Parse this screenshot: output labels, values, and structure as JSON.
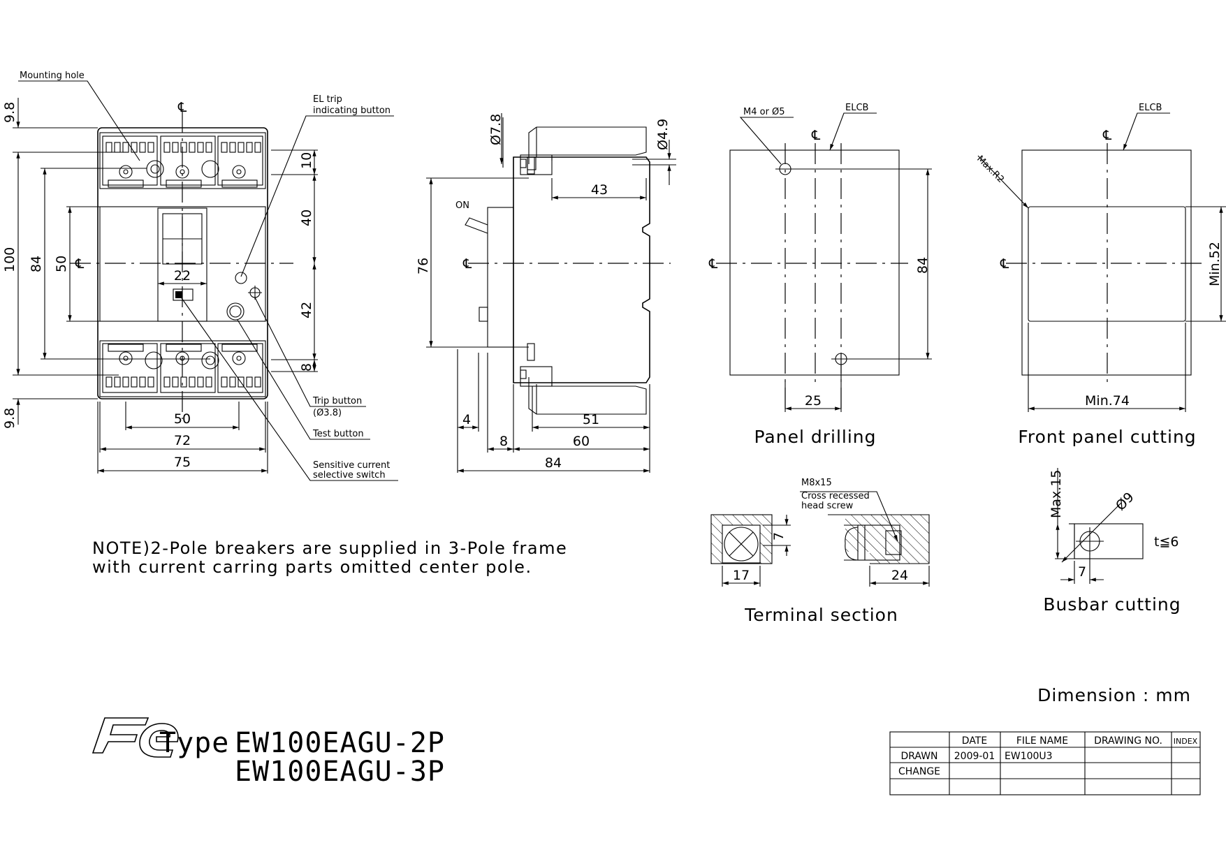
{
  "labels": {
    "mounting_hole": "Mounting hole",
    "el_trip_1": "EL trip",
    "el_trip_2": "indicating button",
    "trip_button": "Trip button",
    "trip_button_dia": "(Ø3.8)",
    "test_button": "Test button",
    "sensitive_1": "Sensitive current",
    "sensitive_2": "selective switch",
    "on": "ON",
    "cl": "℄",
    "m4": "M4 or Ø5",
    "elcb": "ELCB",
    "max_r2": "Max.R2",
    "m8x15": "M8x15",
    "cross_1": "Cross recessed",
    "cross_2": "head screw",
    "max15": "Max.15",
    "dia9": "Ø9",
    "t6": "t≦6"
  },
  "dims": {
    "d9_8_top": "9.8",
    "d100": "100",
    "d84": "84",
    "d50": "50",
    "d22": "22",
    "d10": "10",
    "d40": "40",
    "d42": "42",
    "d8": "8",
    "d9_8_bot": "9.8",
    "d50_bottom": "50",
    "d72": "72",
    "d75": "75",
    "d7_8": "Ø7.8",
    "d4_9": "Ø4.9",
    "d43": "43",
    "d76": "76",
    "d4": "4",
    "d51": "51",
    "d8_side": "8",
    "d60": "60",
    "d84_side": "84",
    "d84_panel": "84",
    "d25": "25",
    "d_min52": "Min.52",
    "d_min74": "Min.74",
    "d7": "7",
    "d17": "17",
    "d24": "24",
    "d7_busbar": "7"
  },
  "captions": {
    "panel_drilling": "Panel drilling",
    "front_panel": "Front panel cutting",
    "terminal": "Terminal section",
    "busbar": "Busbar cutting"
  },
  "note": {
    "line1": "NOTE)2-Pole breakers are supplied in 3-Pole frame",
    "line2": "with current carring parts omitted center pole."
  },
  "dimension_unit": "Dimension : mm",
  "title": {
    "type_label": "Type",
    "model_1": "EW100EAGU-2P",
    "model_2": "EW100EAGU-3P"
  },
  "title_block": {
    "headers": [
      "DATE",
      "FILE NAME",
      "DRAWING NO.",
      "INDEX"
    ],
    "rows": [
      {
        "label": "DRAWN",
        "date": "2009-01",
        "file": "EW100U3",
        "drawing": "",
        "index": ""
      },
      {
        "label": "CHANGE",
        "date": "",
        "file": "",
        "drawing": "",
        "index": ""
      },
      {
        "label": "",
        "date": "",
        "file": "",
        "drawing": "",
        "index": ""
      }
    ]
  }
}
